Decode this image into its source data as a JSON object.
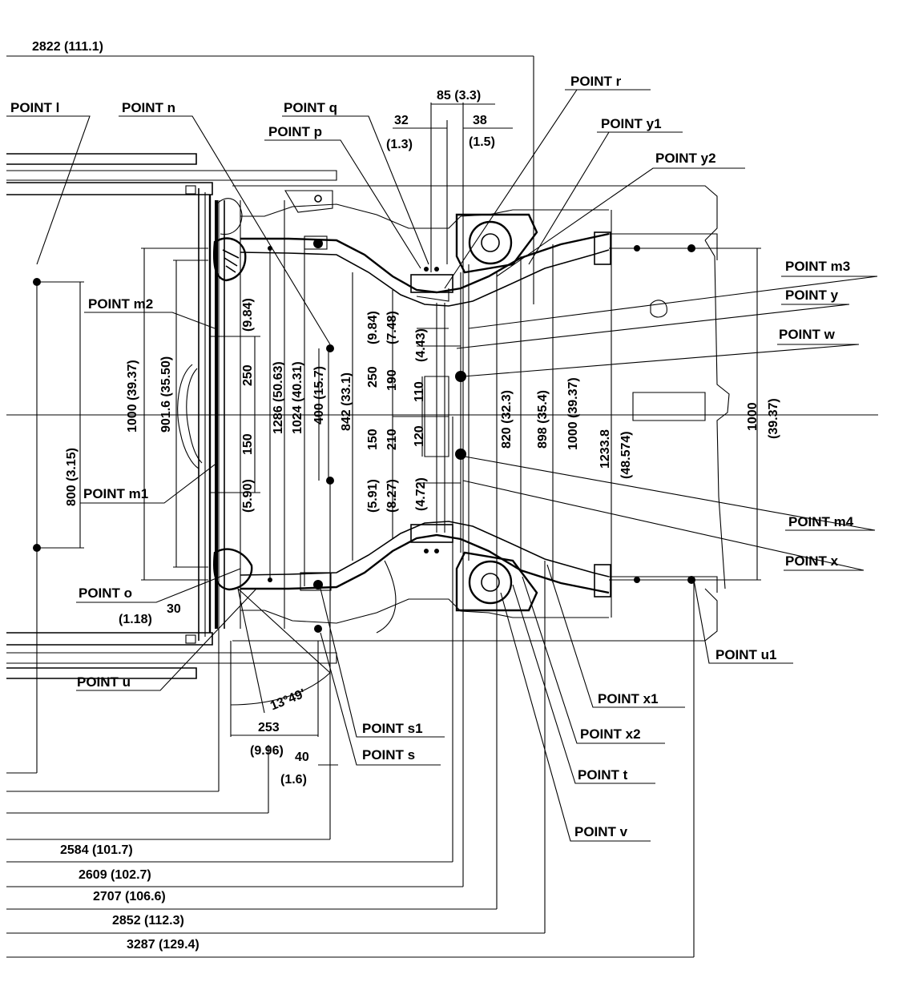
{
  "points": {
    "l": "POINT l",
    "n": "POINT n",
    "q": "POINT q",
    "p": "POINT p",
    "r": "POINT r",
    "y1": "POINT y1",
    "y2": "POINT y2",
    "m3": "POINT m3",
    "y": "POINT y",
    "w": "POINT w",
    "m2": "POINT m2",
    "m1": "POINT m1",
    "m4": "POINT m4",
    "x": "POINT x",
    "o": "POINT o",
    "u1": "POINT u1",
    "u": "POINT u",
    "x1": "POINT x1",
    "x2": "POINT x2",
    "s1": "POINT s1",
    "s": "POINT s",
    "t": "POINT t",
    "v": "POINT v"
  },
  "dims": {
    "top_overall": "2822 (111.1)",
    "d85": "85 (3.3)",
    "d32": "32",
    "d32in": "(1.3)",
    "d38": "38",
    "d38in": "(1.5)",
    "v1000a": "1000 (39.37)",
    "v9016": "901.6 (35.50)",
    "v800": "800 (3.15)",
    "v984a": "(9.84)",
    "v250a": "250",
    "v150a": "150",
    "v590a": "(5.90)",
    "v1286": "1286 (50.63)",
    "v1024": "1024 (40.31)",
    "v400": "400 (15.7)",
    "v842": "842 (33.1)",
    "v984b": "(9.84)",
    "v250b": "250",
    "v748": "(7.48)",
    "v190": "190",
    "v443": "(4.43)",
    "v110": "110",
    "v150b": "150",
    "v210": "210",
    "v120": "120",
    "v591": "(5.91)",
    "v827": "(8.27)",
    "v472": "(4.72)",
    "v820": "820 (32.3)",
    "v898": "898 (35.4)",
    "v1000b": "1000 (39.37)",
    "v12338": "1233.8",
    "v48574": "(48.574)",
    "v1000c": "1000",
    "v3937c": "(39.37)",
    "d30": "30",
    "d118": "(1.18)",
    "angle": "13°49'",
    "d253": "253",
    "d996": "(9.96)",
    "d40": "40",
    "d16": "(1.6)",
    "h2584": "2584 (101.7)",
    "h2609": "2609 (102.7)",
    "h2707": "2707 (106.6)",
    "h2852": "2852 (112.3)",
    "h3287": "3287 (129.4)"
  }
}
